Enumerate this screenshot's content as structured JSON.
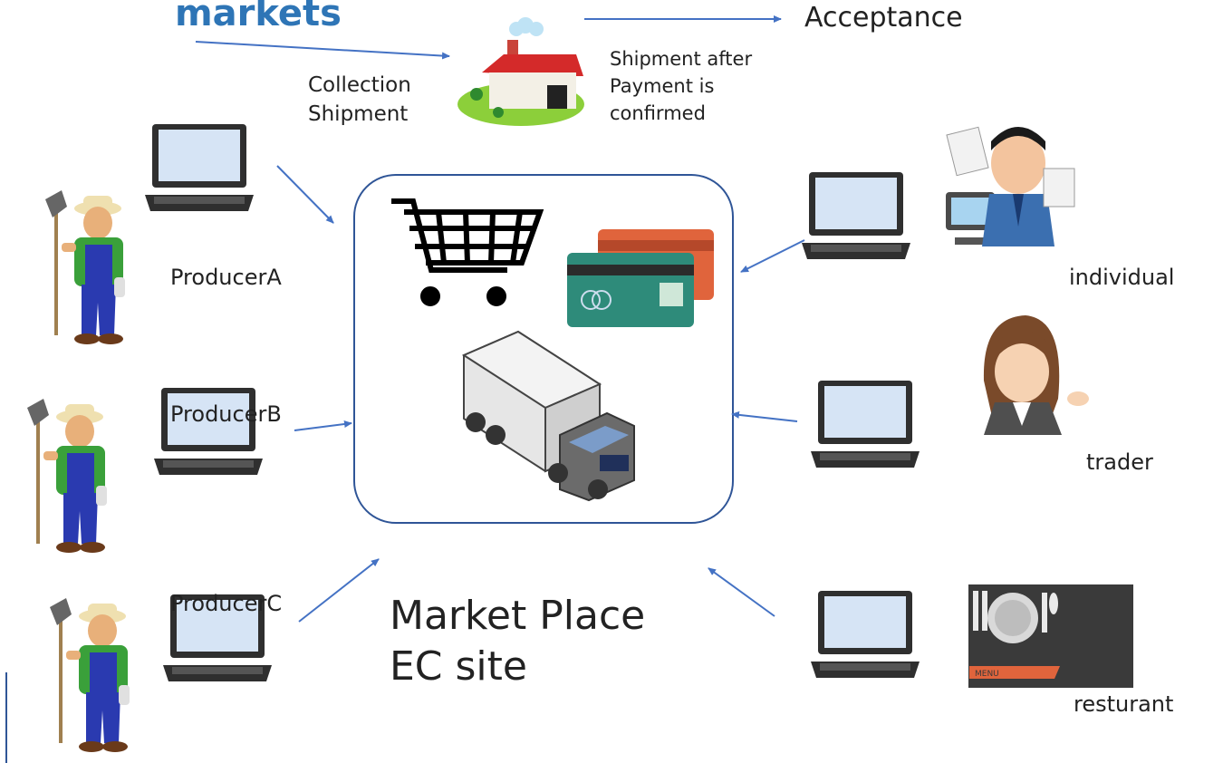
{
  "title": "markets",
  "acceptance": "Acceptance",
  "collection_shipment": [
    "Collection",
    "Shipment"
  ],
  "shipment_note": [
    "Shipment after",
    "Payment is",
    "confirmed"
  ],
  "producers": [
    "ProducerA",
    "ProducerB",
    "ProducerC"
  ],
  "buyers": [
    "individual",
    "trader",
    "resturant"
  ],
  "marketplace": [
    "Market Place",
    "EC site"
  ],
  "restaurant_menu_text": "MENU",
  "colors": {
    "title_blue": "#2e75b6",
    "arrow_blue": "#4472c4",
    "box_border": "#2f5597",
    "card_teal": "#2e8b7a",
    "card_orange": "#e0643c",
    "restaurant_bg": "#3a3a3a"
  },
  "icons": [
    "factory-icon",
    "laptop-icon",
    "farmer-icon",
    "shopping-cart-icon",
    "credit-card-icon",
    "truck-icon",
    "businessman-icon",
    "businesswoman-icon",
    "restaurant-icon"
  ]
}
